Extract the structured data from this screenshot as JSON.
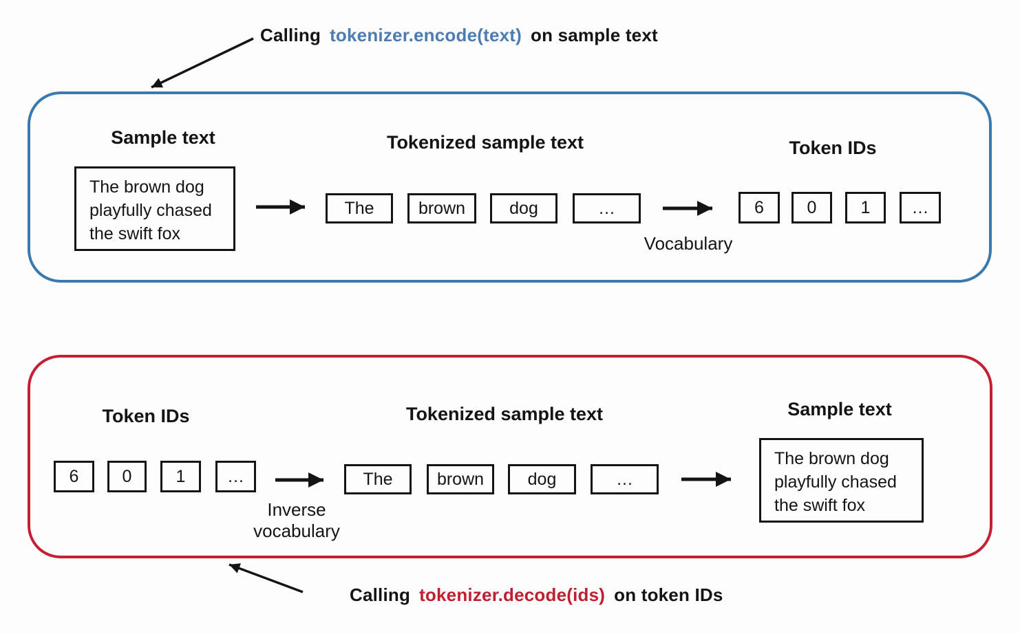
{
  "colors": {
    "encode_border": "#3a79ad",
    "encode_code": "#4d7cb2",
    "decode_border": "#c32034",
    "decode_code": "#c01f2f",
    "box_border": "#141414",
    "text": "#141414",
    "background": "#fdfdfd"
  },
  "encode_caption": {
    "prefix": "Calling",
    "code": "tokenizer.encode(text)",
    "suffix": "on sample text"
  },
  "decode_caption": {
    "prefix": "Calling",
    "code": "tokenizer.decode(ids)",
    "suffix": "on token IDs"
  },
  "encode_panel": {
    "sample_text_label": "Sample text",
    "sample_text": "The brown dog\nplayfully chased\nthe swift fox",
    "tokenized_label": "Tokenized sample text",
    "tokens": [
      "The",
      "brown",
      "dog",
      "…"
    ],
    "mapping_label": "Vocabulary",
    "token_ids_label": "Token IDs",
    "token_ids": [
      "6",
      "0",
      "1",
      "…"
    ]
  },
  "decode_panel": {
    "token_ids_label": "Token IDs",
    "token_ids": [
      "6",
      "0",
      "1",
      "…"
    ],
    "mapping_label": "Inverse\nvocabulary",
    "tokenized_label": "Tokenized sample text",
    "tokens": [
      "The",
      "brown",
      "dog",
      "…"
    ],
    "sample_text_label": "Sample text",
    "sample_text": "The brown dog\nplayfully chased\nthe swift fox"
  }
}
